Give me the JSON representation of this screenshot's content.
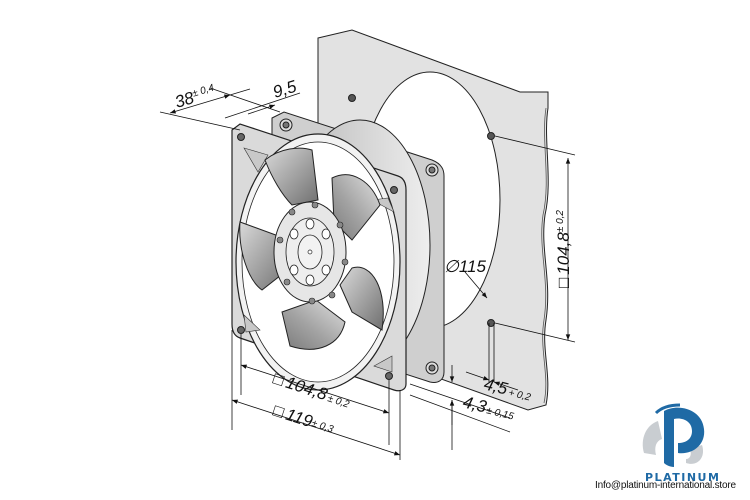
{
  "diagram": {
    "title": "Axial fan dimensional drawing",
    "dimensions": {
      "depth": {
        "value": "38",
        "tolerance": "± 0,4"
      },
      "flange": {
        "value": "9,5"
      },
      "cutout_diameter": {
        "symbol": "∅",
        "value": "115"
      },
      "hole_pitch_vertical": {
        "symbol": "□",
        "value": "104,8",
        "tolerance": "± 0,2"
      },
      "hole_pitch_horizontal": {
        "symbol": "□",
        "value": "104,8",
        "tolerance": "± 0,2"
      },
      "frame_size": {
        "symbol": "□",
        "value": "119",
        "tolerance": "± 0,3"
      },
      "panel_hole": {
        "value": "4,5",
        "tolerance": "+ 0,2"
      },
      "fan_hole": {
        "value": "4,3",
        "tolerance": "± 0,15"
      }
    },
    "colors": {
      "panel": "#e2e2e2",
      "frame": "#d4d4d4",
      "blade_dark": "#8a8a8a",
      "blade_light": "#d8d8d8",
      "line": "#1a1a1a"
    }
  },
  "branding": {
    "logo_name": "PLATINUM",
    "contact_email": "Info@platinum-international.store",
    "colors": {
      "primary": "#1f6aa5",
      "secondary": "#c9cdd1"
    }
  }
}
